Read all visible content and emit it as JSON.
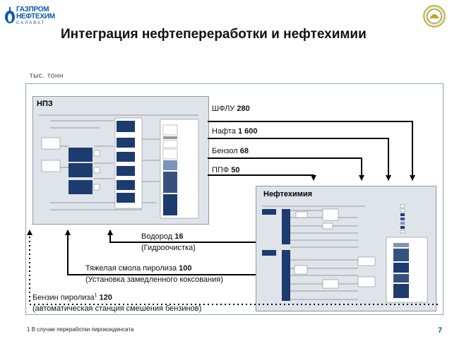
{
  "logo": {
    "line1": "ГАЗПРОМ",
    "line2": "НЕФТЕХИМ",
    "line3": "САЛАВАТ"
  },
  "title": "Интеграция нефтепереработки и нефтехимии",
  "units": "тыс. тонн",
  "npz": {
    "title": "НПЗ"
  },
  "neftekhimiya": {
    "title": "Нефтехимия"
  },
  "flows_right": [
    {
      "name": "ШФЛУ",
      "value": "280"
    },
    {
      "name": "Нафта",
      "value": "1 600"
    },
    {
      "name": "Бензол",
      "value": "68"
    },
    {
      "name": "ППФ",
      "value": "50"
    }
  ],
  "flows_left": [
    {
      "name": "Водород",
      "value": "16",
      "note": "(Гидроочистка)"
    },
    {
      "name": "Тяжелая смола пиролиза",
      "value": "100",
      "note": "(Установка замедленного коксования)"
    },
    {
      "name": "Бензин пиролиза",
      "sup": "1",
      "value": "120",
      "note": "(автоматическая станция смешения бензинов)"
    }
  ],
  "footnote": {
    "mark": "1",
    "text": "В случае переработки пироконденсата"
  },
  "page_number": "7",
  "colors": {
    "navy": "#1c3b6e",
    "brand": "#0a5aa8",
    "panel": "#dfe4ea",
    "arrow": "#000000"
  }
}
